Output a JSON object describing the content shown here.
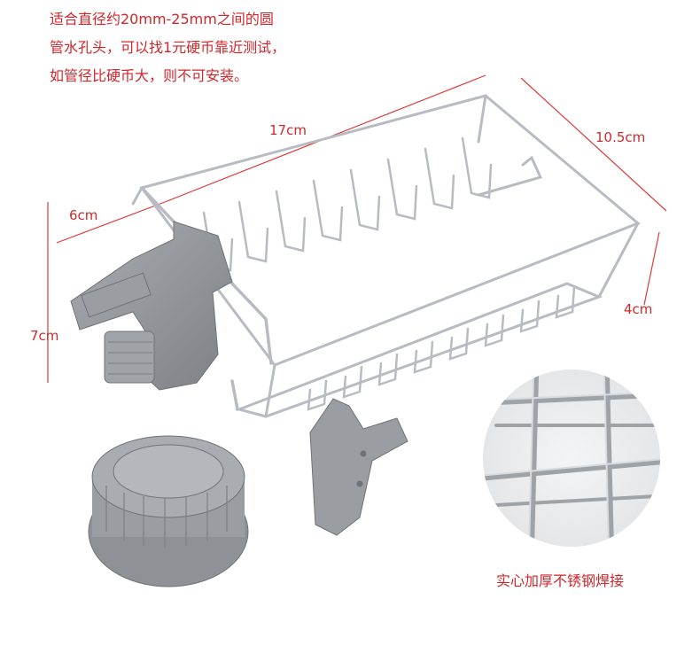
{
  "note": {
    "lines": [
      "适合直径约20mm-25mm之间的圆",
      "管水孔头，可以找1元硬币靠近测试，",
      "如管径比硬币大，则不可安装。"
    ]
  },
  "dimensions": {
    "length": "17cm",
    "width": "10.5cm",
    "clamp_width": "6cm",
    "clamp_height": "7cm",
    "depth": "4cm"
  },
  "caption": "实心加厚不锈钢焊接",
  "colors": {
    "text_red": "#d2262b",
    "dimension_line": "#e03a3a",
    "steel": "#b8bcc2",
    "plastic_grey": "#8e9296"
  }
}
